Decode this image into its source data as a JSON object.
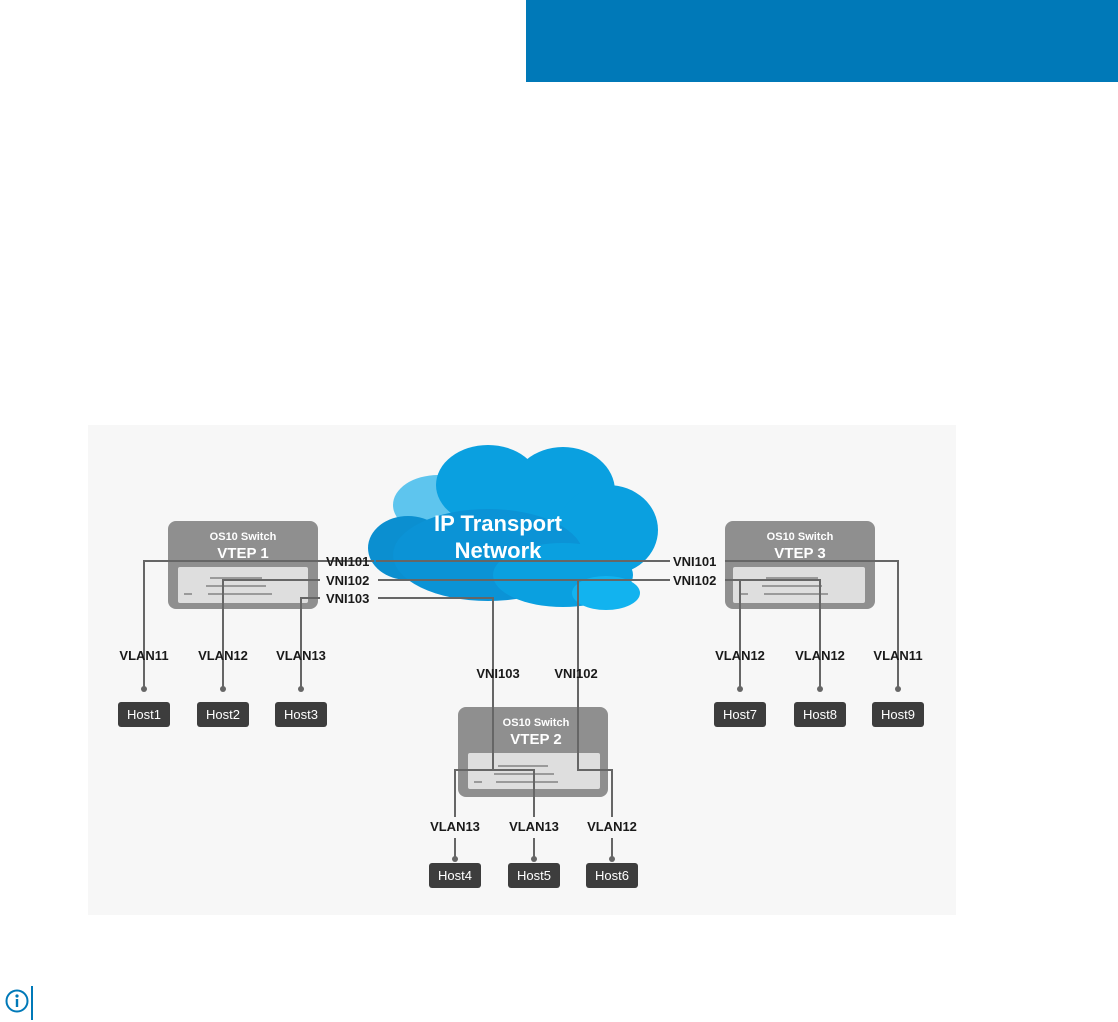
{
  "colors": {
    "header": "#0079b8",
    "cloud": "#0aa0e0",
    "switch_body": "#8f8f8f",
    "port_panel": "#dedede",
    "host": "#3d3d3d",
    "link": "#666666",
    "label": "#1a1a1a"
  },
  "cloud": {
    "line1": "IP Transport",
    "line2": "Network"
  },
  "switches": [
    {
      "id": "vtep1",
      "model": "OS10 Switch",
      "name": "VTEP 1"
    },
    {
      "id": "vtep2",
      "model": "OS10 Switch",
      "name": "VTEP 2"
    },
    {
      "id": "vtep3",
      "model": "OS10 Switch",
      "name": "VTEP 3"
    }
  ],
  "vni_labels": {
    "vtep1": [
      "VNI101",
      "VNI102",
      "VNI103"
    ],
    "vtep3": [
      "VNI101",
      "VNI102"
    ],
    "vtep2": [
      "VNI103",
      "VNI102"
    ]
  },
  "vlan_labels": {
    "vtep1": [
      "VLAN11",
      "VLAN12",
      "VLAN13"
    ],
    "vtep2": [
      "VLAN13",
      "VLAN13",
      "VLAN12"
    ],
    "vtep3": [
      "VLAN12",
      "VLAN12",
      "VLAN11"
    ]
  },
  "hosts": [
    "Host1",
    "Host2",
    "Host3",
    "Host4",
    "Host5",
    "Host6",
    "Host7",
    "Host8",
    "Host9"
  ],
  "note": {
    "icon": "info-icon"
  }
}
